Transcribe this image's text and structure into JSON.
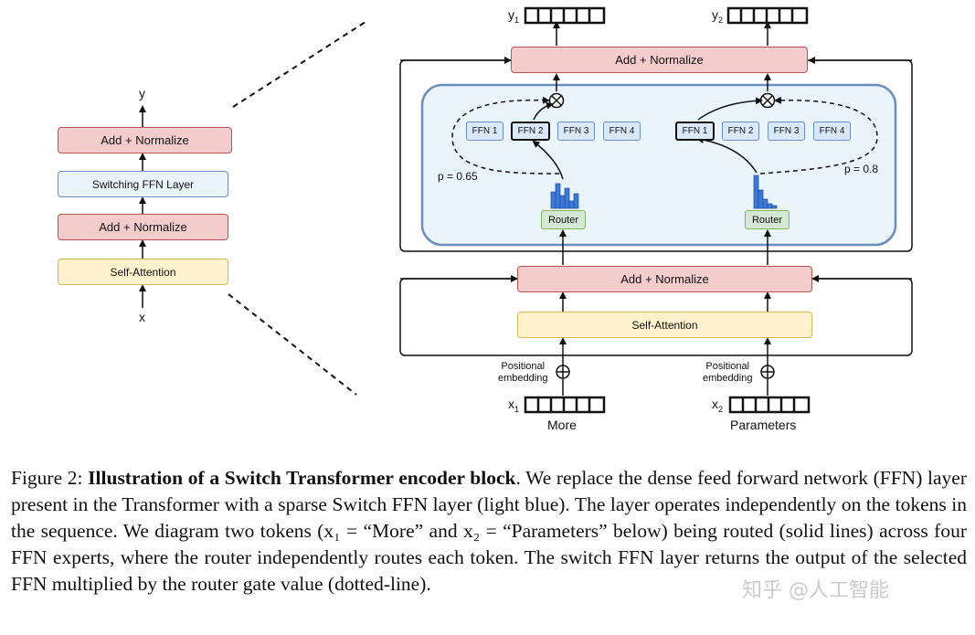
{
  "left_block": {
    "output": "y",
    "input": "x",
    "add_norm_top": "Add + Normalize",
    "switch_ffn": "Switching FFN Layer",
    "add_norm_bottom": "Add + Normalize",
    "self_attention": "Self-Attention"
  },
  "right_block": {
    "y1": "y1",
    "y2": "y2",
    "add_norm_top": "Add + Normalize",
    "add_norm_bottom": "Add + Normalize",
    "self_attention": "Self-Attention",
    "positional_embedding": "Positional\nembedding",
    "x1": "x1",
    "x2": "x2",
    "token1": "More",
    "token2": "Parameters",
    "router_label": "Router",
    "experts": [
      "FFN 1",
      "FFN 2",
      "FFN 3",
      "FFN 4"
    ],
    "p1": "p = 0.65",
    "p2": "p = 0.8"
  },
  "caption": {
    "prefix": "Figure 2:",
    "title": "Illustration of a Switch Transformer encoder block",
    "body": ". We replace the dense feed forward network (FFN) layer present in the Transformer with a sparse Switch FFN layer (light blue). The layer operates independently on the tokens in the sequence. We diagram two tokens (x₁ = “More” and x₂ = “Parameters” below) being routed (solid lines) across four FFN experts, where the router independently routes each token. The switch FFN layer returns the output of the selected FFN multiplied by the router gate value (dotted-line)."
  },
  "watermark": "知乎 @人工智能"
}
